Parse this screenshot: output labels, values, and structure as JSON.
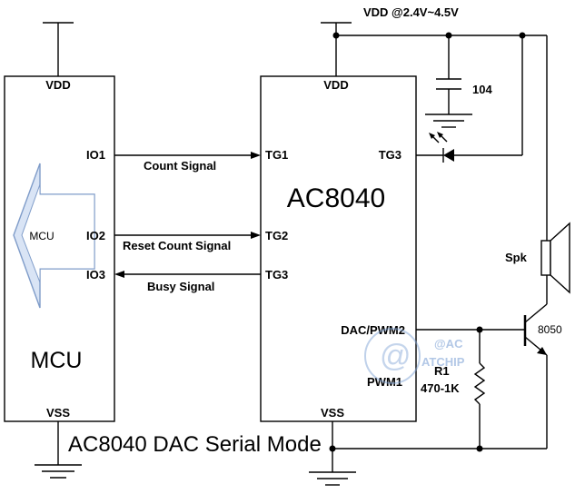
{
  "supply_label": "VDD @2.4V~4.5V",
  "mcu": {
    "vdd": "VDD",
    "vss": "VSS",
    "name": "MCU",
    "arrow_text": "MCU",
    "io1": "IO1",
    "io2": "IO2",
    "io3": "IO3"
  },
  "ac8040": {
    "name": "AC8040",
    "vdd": "VDD",
    "vss": "VSS",
    "tg1": "TG1",
    "tg2": "TG2",
    "tg3_left": "TG3",
    "tg3_right": "TG3",
    "dac_pwm2": "DAC/PWM2",
    "pwm1": "PWM1"
  },
  "signals": {
    "count": "Count Signal",
    "reset": "Reset Count Signal",
    "busy": "Busy Signal"
  },
  "capacitor": "104",
  "speaker": "Spk",
  "transistor": "8050",
  "resistor": {
    "name": "R1",
    "value": "470-1K"
  },
  "watermark": {
    "line1": "@AC",
    "line2": "ATCHIP"
  },
  "caption": "AC8040 DAC Serial Mode",
  "colors": {
    "mcu_arrow_fill": "#d9e4f5",
    "watermark": "#7fa3d6"
  }
}
